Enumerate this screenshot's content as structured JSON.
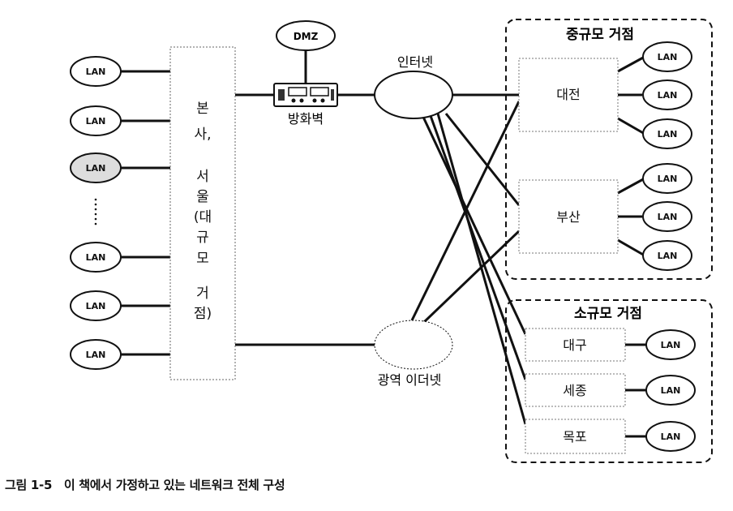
{
  "lan_label": "LAN",
  "dmz_label": "DMZ",
  "firewall_label": "방화벽",
  "internet_label": "인터넷",
  "wide_ethernet_label": "광역 이더넷",
  "hq_label_lines": [
    "본",
    "사,",
    "서",
    "울",
    "(대",
    "규",
    "모",
    "거",
    "점)"
  ],
  "medium_sites": {
    "title": "중규모 거점",
    "sites": [
      "대전",
      "부산"
    ]
  },
  "small_sites": {
    "title": "소규모 거점",
    "sites": [
      "대구",
      "세종",
      "목포"
    ]
  },
  "caption": "그림 1-5   이 책에서 가정하고 있는 네트워크 전체 구성"
}
